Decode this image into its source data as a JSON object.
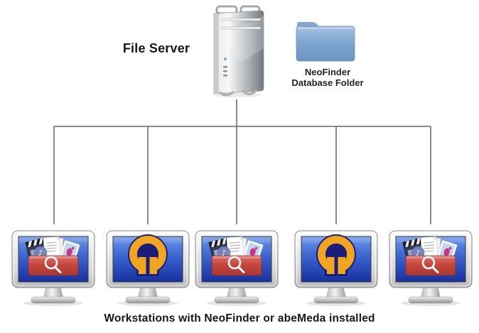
{
  "file_server": {
    "label": "File Server",
    "icon": "mac-pro-tower-icon"
  },
  "database_folder": {
    "label_line1": "NeoFinder",
    "label_line2": "Database Folder",
    "icon": "blue-folder-icon"
  },
  "workstations": {
    "caption": "Workstations with NeoFinder or abeMeda installed",
    "items": [
      {
        "icon": "neofinder-app-icon"
      },
      {
        "icon": "abemeda-logo-icon"
      },
      {
        "icon": "neofinder-app-icon"
      },
      {
        "icon": "abemeda-logo-icon"
      },
      {
        "icon": "neofinder-app-icon"
      }
    ]
  },
  "colors": {
    "background": "#ffffff",
    "connector_line": "#666666",
    "screen_blue_top": "#6b97e8",
    "screen_blue_bottom": "#16309f",
    "drawer_red": "#c4443b",
    "logo_orange": "#f2a51f",
    "logo_navy": "#1b1d78",
    "folder_blue": "#7ba3cd",
    "text": "#161616"
  }
}
